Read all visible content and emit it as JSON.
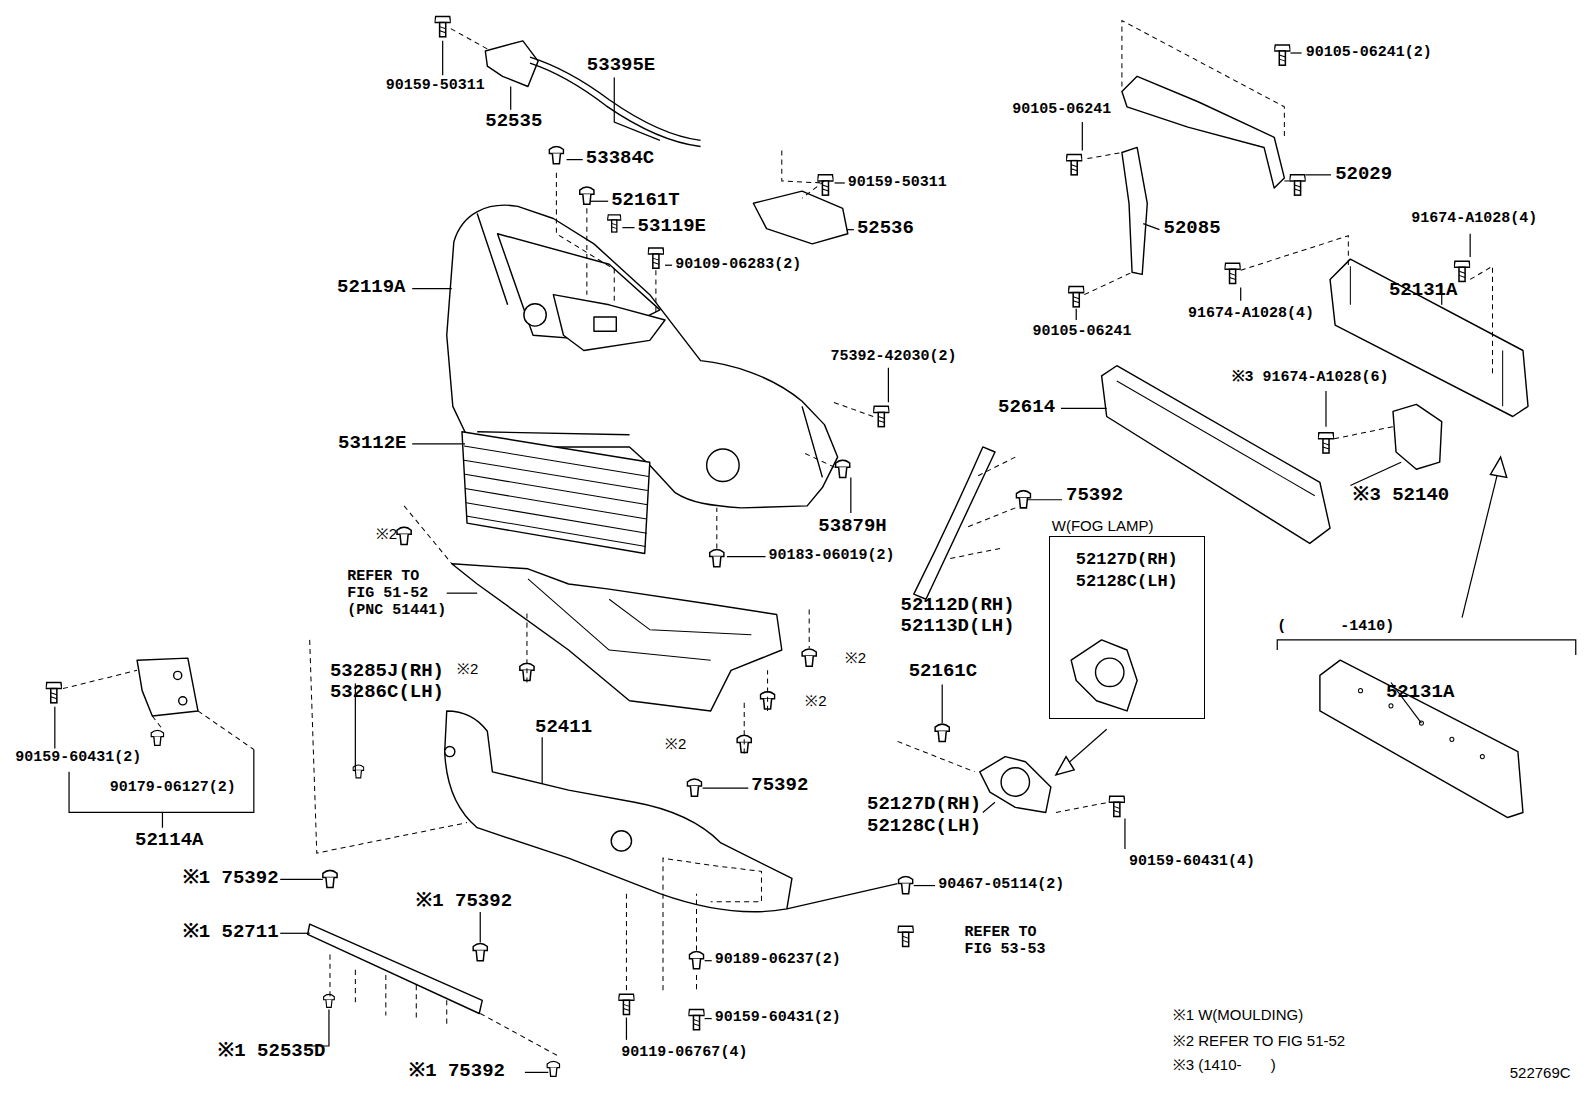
{
  "diagram": {
    "nodes": [
      {
        "text": [
          "W(FOG LAMP)",
          "52127D(RH) 52128C(LH)"
        ]
      }
    ],
    "labels": [
      "90159-50311",
      "52535",
      "53395E",
      "53384C",
      "52161T",
      "90159-50311",
      "53119E",
      "52536",
      "90109-06283(2)",
      "52119A",
      "75392-42030(2)",
      "53112E",
      "53879H",
      "90183-06019(2)",
      "※2",
      "REFER TO FIG 51-52 (PNC 51441)",
      "※2",
      "※2",
      "※2",
      "※2",
      "53285J(RH)",
      "53286C(LH)",
      "52411",
      "75392",
      "90159-60431(2)",
      "90179-06127(2)",
      "52114A",
      "※1 75392",
      "※1 75392",
      "※1 52711",
      "※1 52535D",
      "※1 75392",
      "90119-06767(4)",
      "90189-06237(2)",
      "90159-60431(2)",
      "90467-05114(2)",
      "REFER TO FIG 53-53",
      "52161C",
      "52127D(RH)",
      "52128C(LH)",
      "90159-60431(4)",
      "52112D(RH)",
      "52113D(LH)",
      "75392",
      "90105-06241(2)",
      "90105-06241",
      "52029",
      "52085",
      "90105-06241",
      "91674-A1028(4)",
      "91674-A1028(4)",
      "52131A",
      "52614",
      "※3 91674-A1028(6)",
      "※3 52140",
      "(      -1410)",
      "52131A",
      "※1 W(MOULDING)",
      "※2 REFER TO FIG 51-52",
      "※3 (1410-       )",
      "522769C"
    ]
  }
}
